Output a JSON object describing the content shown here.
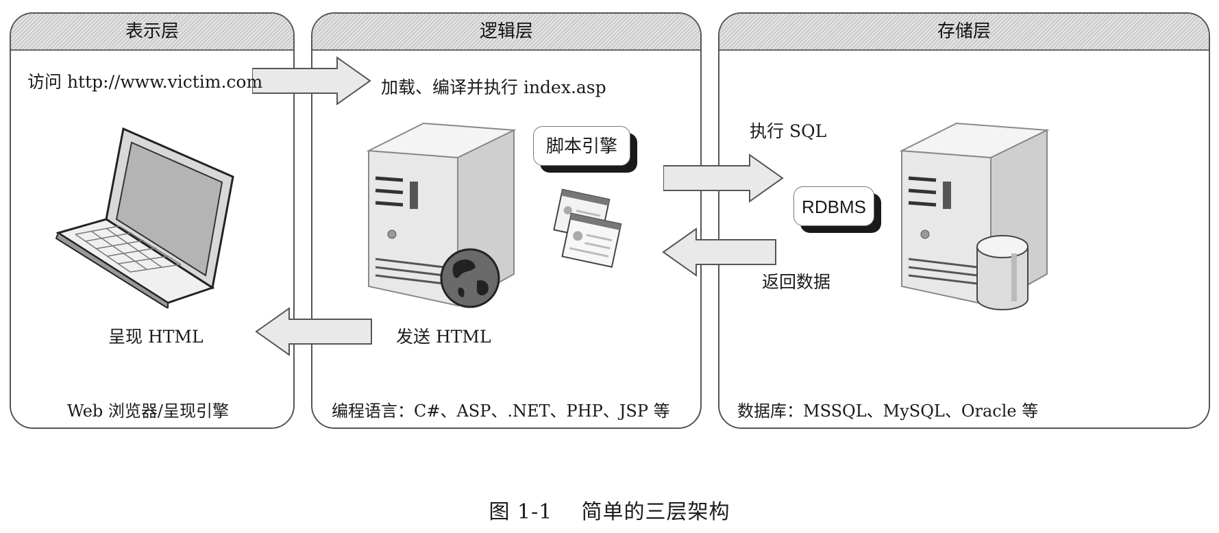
{
  "panels": {
    "presentation": {
      "title": "表示层"
    },
    "logic": {
      "title": "逻辑层"
    },
    "storage": {
      "title": "存储层"
    }
  },
  "labels": {
    "visit": "访问 http://www.victim.com",
    "load": "加载、编译并执行 index.asp",
    "render_html": "呈现 HTML",
    "send_html": "发送 HTML",
    "exec_sql": "执行 SQL",
    "return_data": "返回数据",
    "script_engine": "脚本引擎",
    "rdbms": "RDBMS"
  },
  "captions": {
    "presentation": "Web 浏览器/呈现引擎",
    "logic": "编程语言：C#、ASP、.NET、PHP、JSP 等",
    "storage": "数据库：MSSQL、MySQL、Oracle 等"
  },
  "figure": {
    "caption": "图 1-1    简单的三层架构"
  },
  "icons": [
    "laptop-icon",
    "web-server-icon",
    "globe-icon",
    "browser-windows-icon",
    "database-server-icon",
    "database-cylinder-icon"
  ]
}
